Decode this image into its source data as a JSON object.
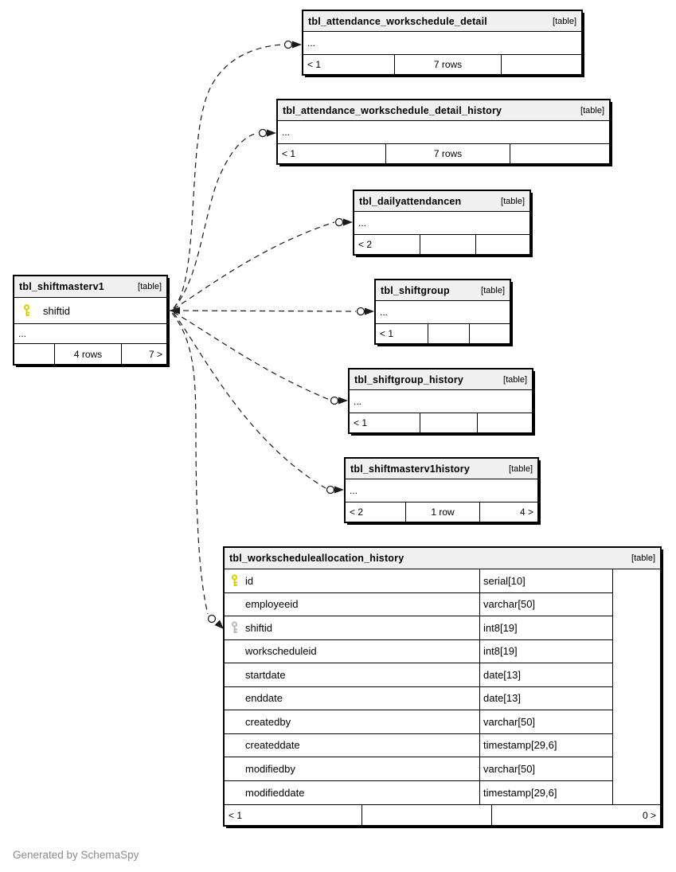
{
  "note": "Generated by SchemaSpy",
  "colors": {
    "primary_key_icon": "#d4cf00",
    "foreign_key_icon": "#b8b8b8",
    "header_bg": "#f0f0f0",
    "line": "#1a1a1a",
    "note_text": "#8c8c8c"
  },
  "tables": [
    {
      "name": "tbl_attendance_workschedule_detail",
      "tag": "[table]",
      "more": "...",
      "footer": [
        "< 1",
        "7 rows",
        ""
      ]
    },
    {
      "name": "tbl_attendance_workschedule_detail_history",
      "tag": "[table]",
      "more": "...",
      "footer": [
        "< 1",
        "7 rows",
        ""
      ]
    },
    {
      "name": "tbl_dailyattendancen",
      "tag": "[table]",
      "more": "...",
      "footer": [
        "< 2",
        "",
        ""
      ]
    },
    {
      "name": "tbl_shiftgroup",
      "tag": "[table]",
      "more": "...",
      "footer": [
        "< 1",
        "",
        ""
      ]
    },
    {
      "name": "tbl_shiftgroup_history",
      "tag": "[table]",
      "more": "...",
      "footer": [
        "< 1",
        "",
        ""
      ]
    },
    {
      "name": "tbl_shiftmasterv1history",
      "tag": "[table]",
      "more": "...",
      "footer": [
        "< 2",
        "1 row",
        "4 >"
      ]
    },
    {
      "name": "tbl_shiftmasterv1",
      "tag": "[table]",
      "more": "...",
      "columns": [
        {
          "key": "primary",
          "name": "shiftid",
          "type": ""
        }
      ],
      "footer": [
        "",
        "4 rows",
        "7 >"
      ]
    },
    {
      "name": "tbl_workscheduleallocation_history",
      "tag": "[table]",
      "columns": [
        {
          "key": "primary",
          "name": "id",
          "type": "serial[10]"
        },
        {
          "key": "",
          "name": "employeeid",
          "type": "varchar[50]"
        },
        {
          "key": "foreign",
          "name": "shiftid",
          "type": "int8[19]"
        },
        {
          "key": "",
          "name": "workscheduleid",
          "type": "int8[19]"
        },
        {
          "key": "",
          "name": "startdate",
          "type": "date[13]"
        },
        {
          "key": "",
          "name": "enddate",
          "type": "date[13]"
        },
        {
          "key": "",
          "name": "createdby",
          "type": "varchar[50]"
        },
        {
          "key": "",
          "name": "createddate",
          "type": "timestamp[29,6]"
        },
        {
          "key": "",
          "name": "modifiedby",
          "type": "varchar[50]"
        },
        {
          "key": "",
          "name": "modifieddate",
          "type": "timestamp[29,6]"
        }
      ],
      "footer": [
        "< 1",
        "",
        "0 >"
      ]
    }
  ]
}
